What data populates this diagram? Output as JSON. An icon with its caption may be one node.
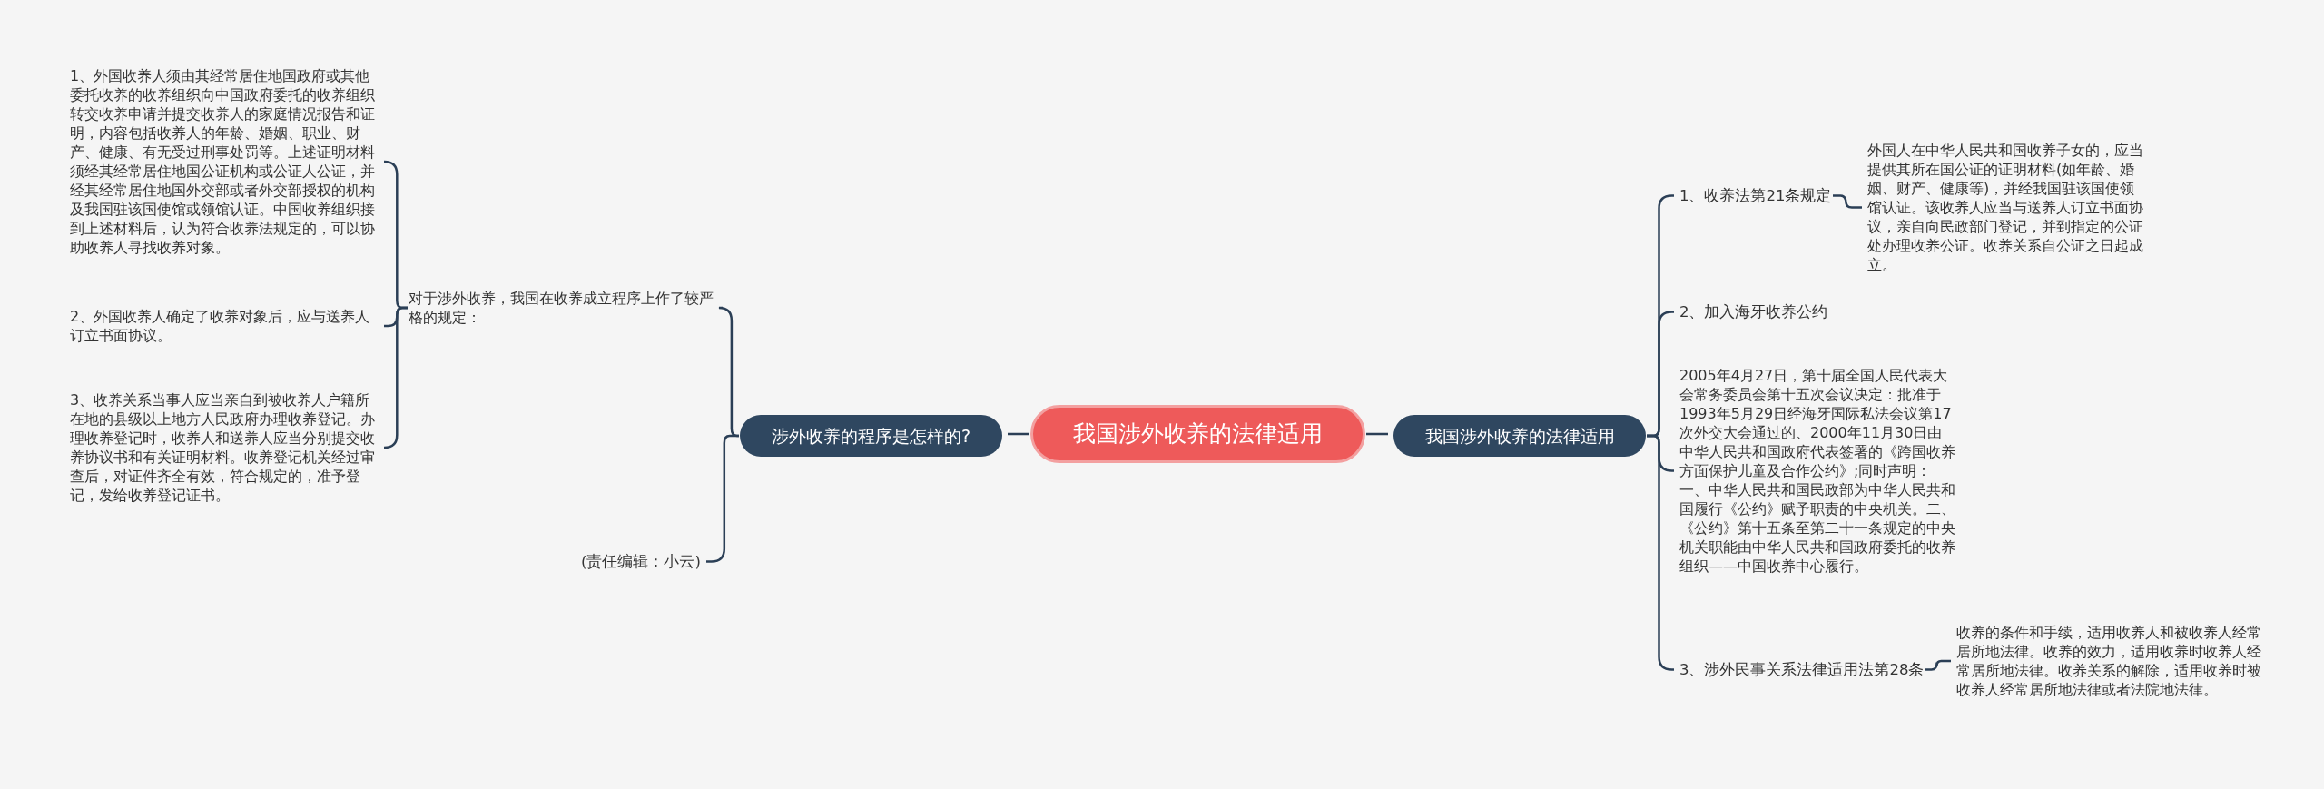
{
  "diagram": {
    "nodes": [
      {
        "text": [
          "我国涉外收养的法律适用"
        ]
      },
      {
        "text": [
          "涉外收养的程序是怎样的?"
        ]
      },
      {
        "text": [
          "我国涉外收养的法律适用"
        ]
      },
      {
        "text": [
          "对于涉外收养，我国在收养成立程序上作了较严格的规定："
        ]
      },
      {
        "text": [
          "(责任编辑：小云)"
        ]
      },
      {
        "text": [
          "1、外国收养人须由其经常居住地国政府或其他委托收养的收养组织向中国政府委托的收养组织转交收养申请并提交收养人的家庭情况报告和证明，内容包括收养人的年龄、婚姻、职业、财产、健康、有无受过刑事处罚等。上述证明材料须经其经常居住地国公证机构或公证人公证，并经其经常居住地国外交部或者外交部授权的机构及我国驻该国使馆或领馆认证。中国收养组织接到上述材料后，认为符合收养法规定的，可以协助收养人寻找收养对象。"
        ]
      },
      {
        "text": [
          "2、外国收养人确定了收养对象后，应与送养人订立书面协议。"
        ]
      },
      {
        "text": [
          "3、收养关系当事人应当亲自到被收养人户籍所在地的县级以上地方人民政府办理收养登记。办理收养登记时，收养人和送养人应当分别提交收养协议书和有关证明材料。收养登记机关经过审查后，对证件齐全有效，符合规定的，准予登记，发给收养登记证书。"
        ]
      },
      {
        "text": [
          "1、收养法第21条规定"
        ]
      },
      {
        "text": [
          "外国人在中华人民共和国收养子女的，应当提供其所在国公证的证明材料(如年龄、婚姻、财产、健康等)，并经我国驻该国使领馆认证。该收养人应当与送养人订立书面协议，亲自向民政部门登记，并到指定的公证处办理收养公证。收养关系自公证之日起成立。"
        ]
      },
      {
        "text": [
          "2、加入海牙收养公约"
        ]
      },
      {
        "text": [
          "2005年4月27日，第十届全国人民代表大会常务委员会第十五次会议决定：批准于1993年5月29日经海牙国际私法会议第17次外交大会通过的、2000年11月30日由中华人民共和国政府代表签署的《跨国收养方面保护儿童及合作公约》;同时声明：一、中华人民共和国民政部为中华人民共和国履行《公约》赋予职责的中央机关。二、《公约》第十五条至第二十一条规定的中央机关职能由中华人民共和国政府委托的收养组织——中国收养中心履行。"
        ]
      },
      {
        "text": [
          "3、涉外民事关系法律适用法第28条"
        ]
      },
      {
        "text": [
          "收养的条件和手续，适用收养人和被收养人经常居所地法律。收养的效力，适用收养时收养人经常居所地法律。收养关系的解除，适用收养时被收养人经常居所地法律或者法院地法律。"
        ]
      }
    ],
    "edges": [
      {
        "from": 0,
        "to": 1,
        "arrow": "none"
      },
      {
        "from": 0,
        "to": 2,
        "arrow": "none"
      },
      {
        "from": 1,
        "to": 3,
        "arrow": "none"
      },
      {
        "from": 1,
        "to": 4,
        "arrow": "none"
      },
      {
        "from": 3,
        "to": 5,
        "arrow": "none"
      },
      {
        "from": 3,
        "to": 6,
        "arrow": "none"
      },
      {
        "from": 3,
        "to": 7,
        "arrow": "none"
      },
      {
        "from": 2,
        "to": 8,
        "arrow": "none"
      },
      {
        "from": 2,
        "to": 10,
        "arrow": "none"
      },
      {
        "from": 2,
        "to": 11,
        "arrow": "none"
      },
      {
        "from": 2,
        "to": 12,
        "arrow": "none"
      },
      {
        "from": 8,
        "to": 9,
        "arrow": "none"
      },
      {
        "from": 12,
        "to": 13,
        "arrow": "none"
      }
    ]
  }
}
